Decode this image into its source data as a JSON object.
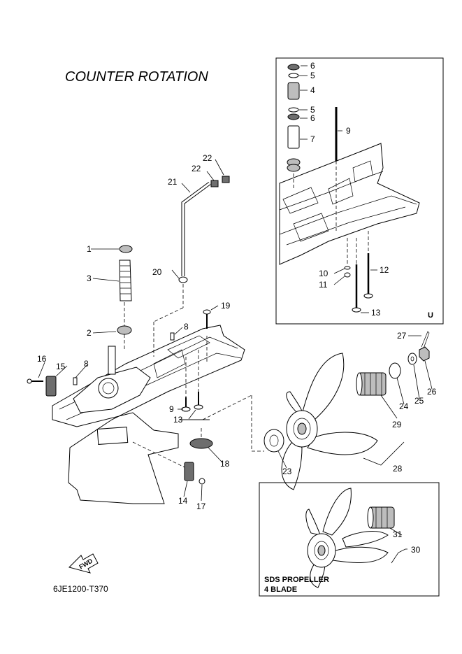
{
  "title": "COUNTER ROTATION",
  "diagram_code": "6JE1200-T370",
  "fwd_label": "FWD",
  "inset_u_label": "U",
  "sds_box": {
    "line1": "SDS PROPELLER",
    "line2": "4 BLADE"
  },
  "callouts": {
    "c1": "1",
    "c2": "2",
    "c3": "3",
    "c4": "4",
    "c5a": "5",
    "c5b": "5",
    "c6a": "6",
    "c6b": "6",
    "c7": "7",
    "c8a": "8",
    "c8b": "8",
    "c9a": "9",
    "c9b": "9",
    "c10": "10",
    "c11": "11",
    "c12": "12",
    "c13a": "13",
    "c13b": "13",
    "c14": "14",
    "c15": "15",
    "c16": "16",
    "c17": "17",
    "c18": "18",
    "c19": "19",
    "c20": "20",
    "c21": "21",
    "c22a": "22",
    "c22b": "22",
    "c23": "23",
    "c24": "24",
    "c25": "25",
    "c26": "26",
    "c27": "27",
    "c28": "28",
    "c29": "29",
    "c30": "30",
    "c31": "31"
  }
}
